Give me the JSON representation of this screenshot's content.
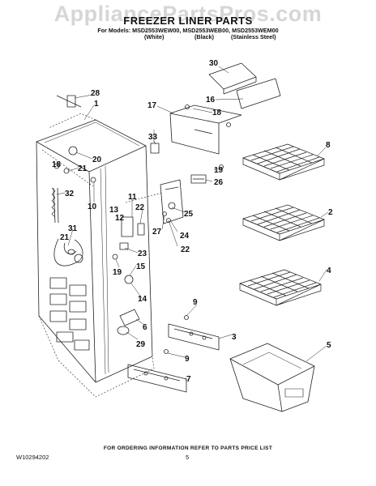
{
  "watermark": "AppliancePartsPros.com",
  "title": "FREEZER LINER PARTS",
  "models_line": "For Models: MSD2553WEW00, MSD2553WEB00, MSD2553WEM00",
  "finishes": [
    "(White)",
    "(Black)",
    "(Stainless Steel)"
  ],
  "footer_note": "FOR ORDERING INFORMATION REFER TO PARTS PRICE LIST",
  "doc_id": "W10294202",
  "page_number": "5",
  "callouts": [
    "28",
    "1",
    "20",
    "18",
    "21",
    "32",
    "10",
    "31",
    "21",
    "30",
    "16",
    "17",
    "18",
    "33",
    "11",
    "13",
    "12",
    "22",
    "19",
    "26",
    "25",
    "27",
    "24",
    "22",
    "23",
    "15",
    "19",
    "14",
    "6",
    "29",
    "9",
    "3",
    "9",
    "7",
    "8",
    "2",
    "4",
    "5"
  ]
}
